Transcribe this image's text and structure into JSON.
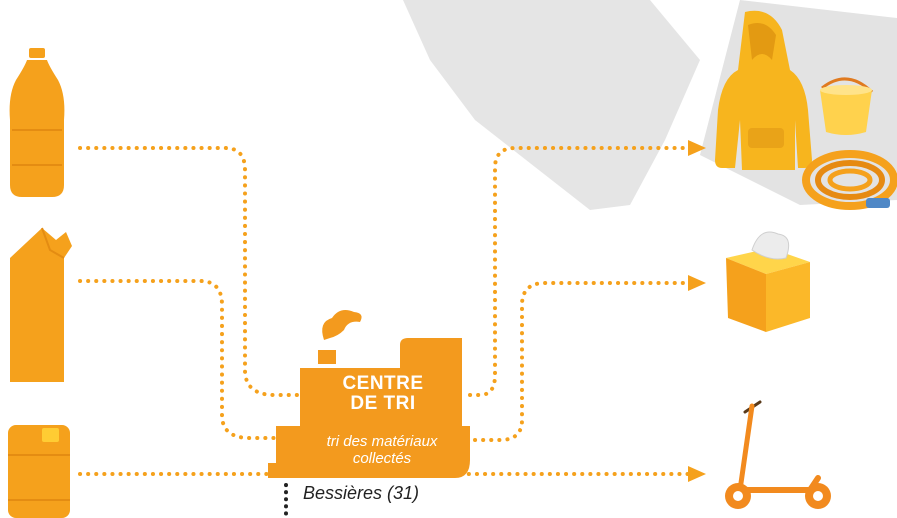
{
  "factory": {
    "title_line1": "CENTRE",
    "title_line2": "DE TRI",
    "subtitle_line1": "tri des matériaux",
    "subtitle_line2": "collectés",
    "location": "Bessières (31)"
  },
  "inputs": [
    {
      "name": "plastic-bottle-icon"
    },
    {
      "name": "milk-carton-icon"
    },
    {
      "name": "plastic-canister-icon"
    }
  ],
  "outputs": [
    {
      "name": "hoodie-icon"
    },
    {
      "name": "bucket-icon"
    },
    {
      "name": "garden-hose-icon"
    },
    {
      "name": "tissue-box-icon"
    },
    {
      "name": "scooter-icon"
    }
  ],
  "colors": {
    "accent": "#F5A11C",
    "factory": "#F39A1E",
    "flow_dots": "#F5A11C",
    "background_shape": "#D9D9D9",
    "text": "#222222"
  }
}
